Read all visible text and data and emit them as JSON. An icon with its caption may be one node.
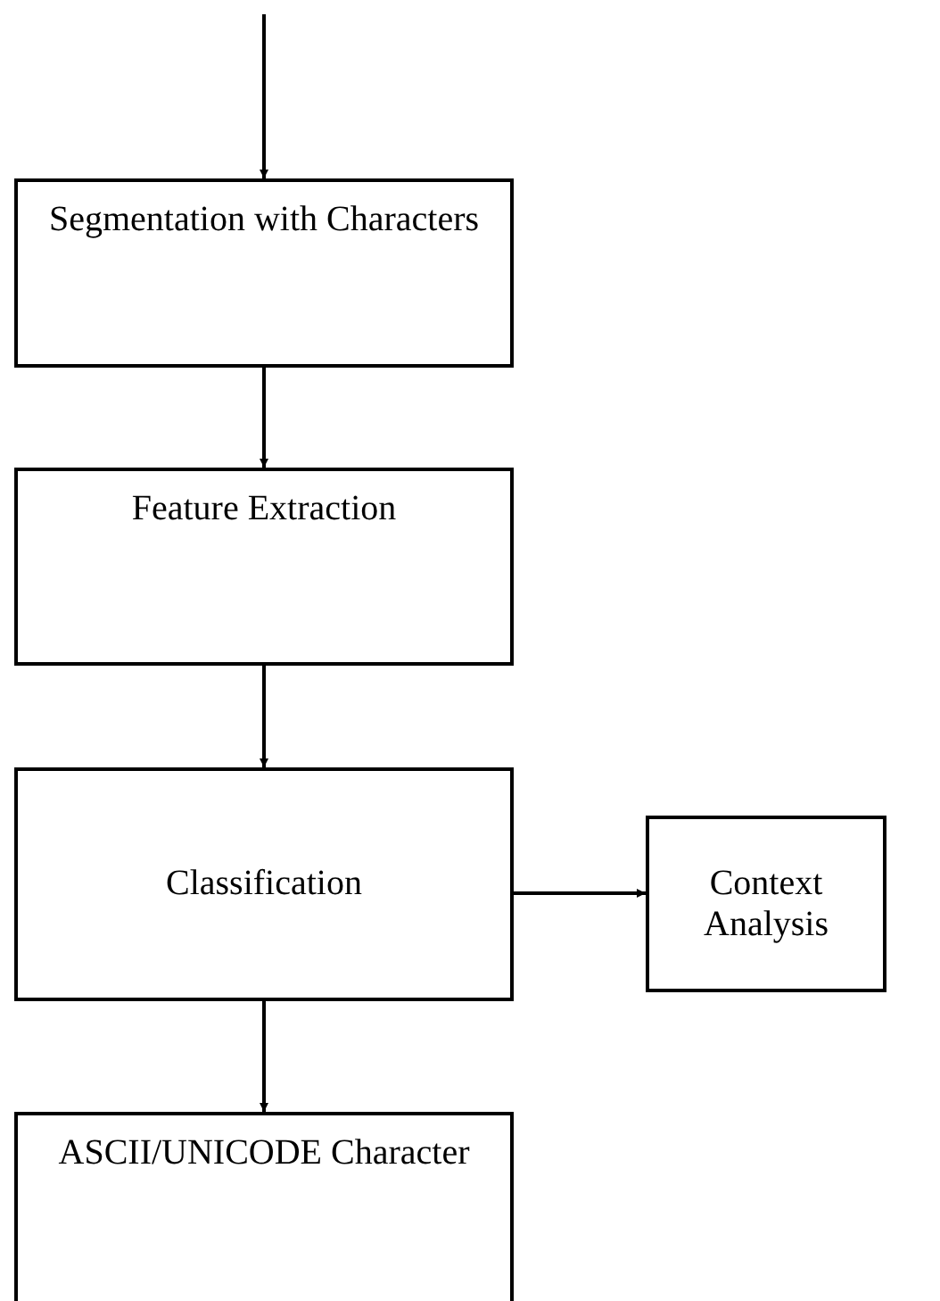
{
  "diagram": {
    "nodes": [
      {
        "text": [
          "Segmentation with Characters"
        ]
      },
      {
        "text": [
          "Feature Extraction"
        ]
      },
      {
        "text": [
          "Classification"
        ]
      },
      {
        "text": [
          "Context Analysis"
        ]
      },
      {
        "text": [
          "ASCII/UNICODE Character"
        ]
      }
    ],
    "edges": [
      {
        "from": null,
        "to": 0,
        "arrow": "to"
      },
      {
        "from": 0,
        "to": 1,
        "arrow": "to"
      },
      {
        "from": 1,
        "to": 2,
        "arrow": "to"
      },
      {
        "from": 2,
        "to": 3,
        "arrow": "to"
      },
      {
        "from": 2,
        "to": 4,
        "arrow": "to"
      }
    ]
  }
}
